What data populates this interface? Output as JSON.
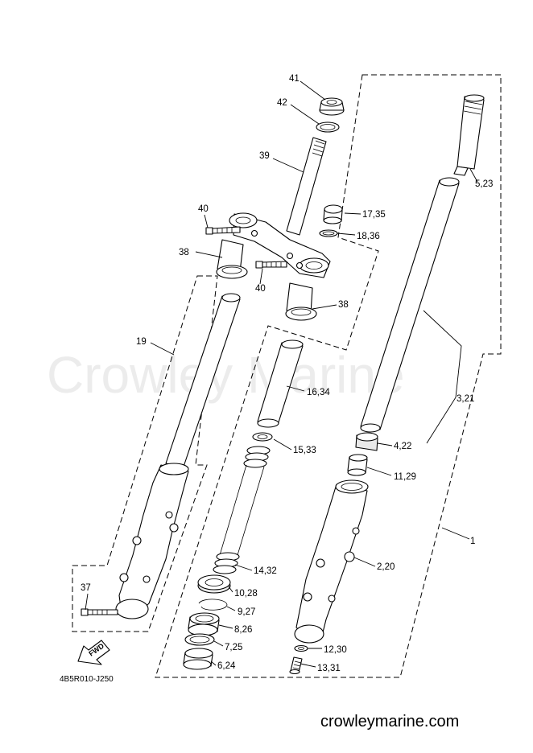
{
  "watermark": "Crowley Marine",
  "site": "crowleymarine.com",
  "diagram_code": "4B5R010-J250",
  "fwd_label": "FWD",
  "callouts": {
    "c41": "41",
    "c42": "42",
    "c39": "39",
    "c40a": "40",
    "c40b": "40",
    "c38a": "38",
    "c38b": "38",
    "c19": "19",
    "c37": "37",
    "c5_23": "5,23",
    "c17_35": "17,35",
    "c18_36": "18,36",
    "c16_34": "16,34",
    "c3_21": "3,21",
    "c15_33": "15,33",
    "c4_22": "4,22",
    "c11_29": "11,29",
    "c1": "1",
    "c2_20": "2,20",
    "c14_32": "14,32",
    "c10_28": "10,28",
    "c9_27": "9,27",
    "c8_26": "8,26",
    "c7_25": "7,25",
    "c12_30": "12,30",
    "c6_24": "6,24",
    "c13_31": "13,31"
  }
}
